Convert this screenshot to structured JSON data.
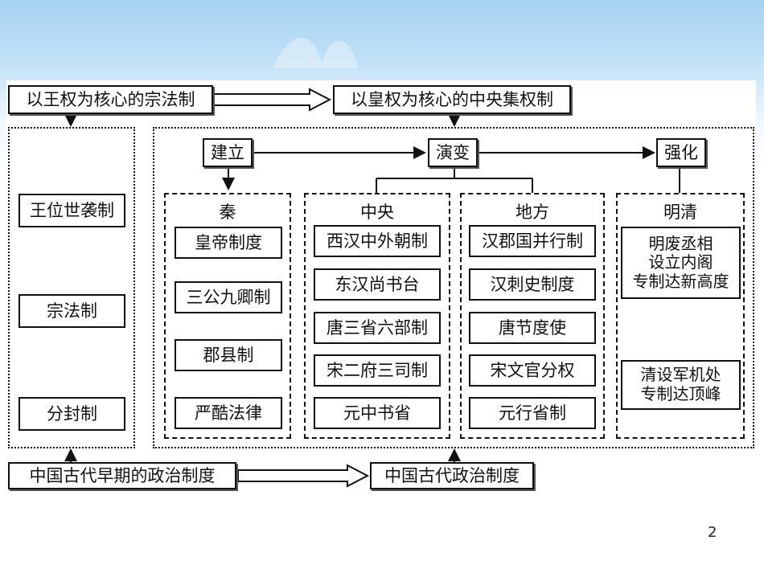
{
  "diagram": {
    "top_left": "以王权为核心的宗法制",
    "top_right": "以皇权为核心的中央集权制",
    "left_items": [
      "王位世袭制",
      "宗法制",
      "分封制"
    ],
    "stages": {
      "build": "建立",
      "evolve": "演变",
      "strengthen": "强化"
    },
    "qin": {
      "heading": "秦",
      "items": [
        "皇帝制度",
        "三公九卿制",
        "郡县制",
        "严酷法律"
      ]
    },
    "central": {
      "heading": "中央",
      "items": [
        "西汉中外朝制",
        "东汉尚书台",
        "唐三省六部制",
        "宋二府三司制",
        "元中书省"
      ]
    },
    "local": {
      "heading": "地方",
      "items": [
        "汉郡国并行制",
        "汉刺史制度",
        "唐节度使",
        "宋文官分权",
        "元行省制"
      ]
    },
    "mingqing": {
      "heading": "明清",
      "item1": [
        "明废丞相",
        "设立内阁",
        "专制达新高度"
      ],
      "item2": [
        "清设军机处",
        "专制达顶峰"
      ]
    },
    "bottom_left": "中国古代早期的政治制度",
    "bottom_right": "中国古代政治制度"
  },
  "page_number": "2"
}
